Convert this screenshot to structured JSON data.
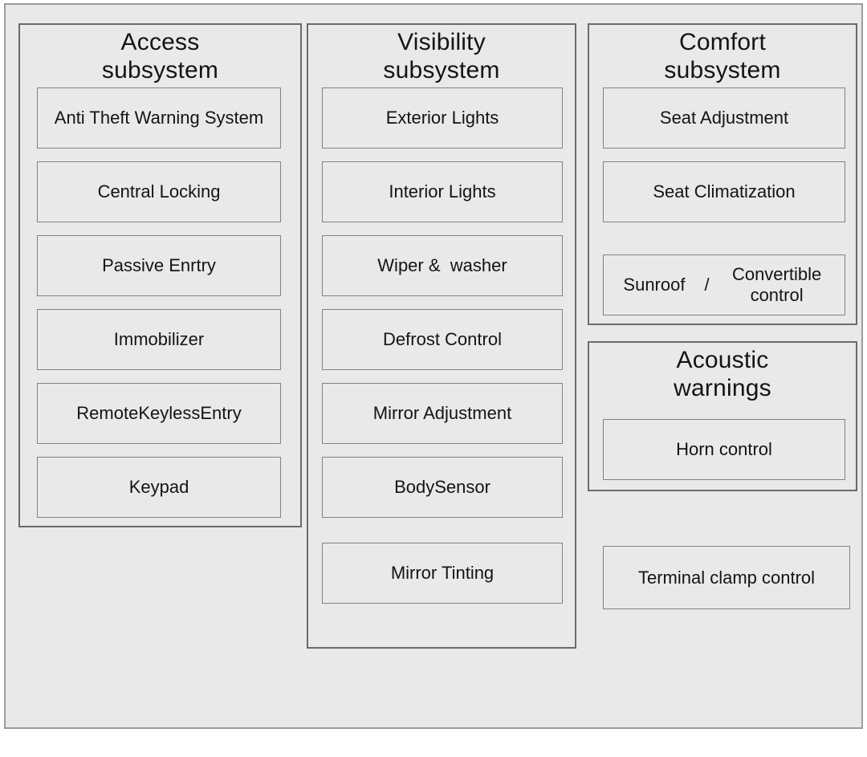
{
  "colors": {
    "background": "#ffffff",
    "panel_fill": "#e9e9e9",
    "outer_border": "#9c9c9c",
    "group_border": "#6b6b6b",
    "item_border": "#828282",
    "text": "#141414"
  },
  "groups": {
    "access": {
      "title": "Access\nsubsystem",
      "items": [
        "Anti Theft Warning System",
        "Central Locking",
        "Passive Enrtry",
        "Immobilizer",
        "RemoteKeylessEntry",
        "Keypad"
      ]
    },
    "visibility": {
      "title": "Visibility\nsubsystem",
      "items": [
        "Exterior Lights",
        "Interior Lights",
        "Wiper &  washer",
        "Defrost Control",
        "Mirror Adjustment",
        "BodySensor",
        "Mirror Tinting"
      ]
    },
    "comfort": {
      "title": "Comfort\nsubsystem",
      "items": [
        "Seat Adjustment",
        "Seat Climatization"
      ],
      "combo_item": {
        "left": "Sunroof",
        "separator": "/",
        "right": "Convertible control"
      }
    },
    "acoustic": {
      "title": "Acoustic\nwarnings",
      "items": [
        "Horn control"
      ]
    },
    "standalone": {
      "label": "Terminal clamp control"
    }
  }
}
